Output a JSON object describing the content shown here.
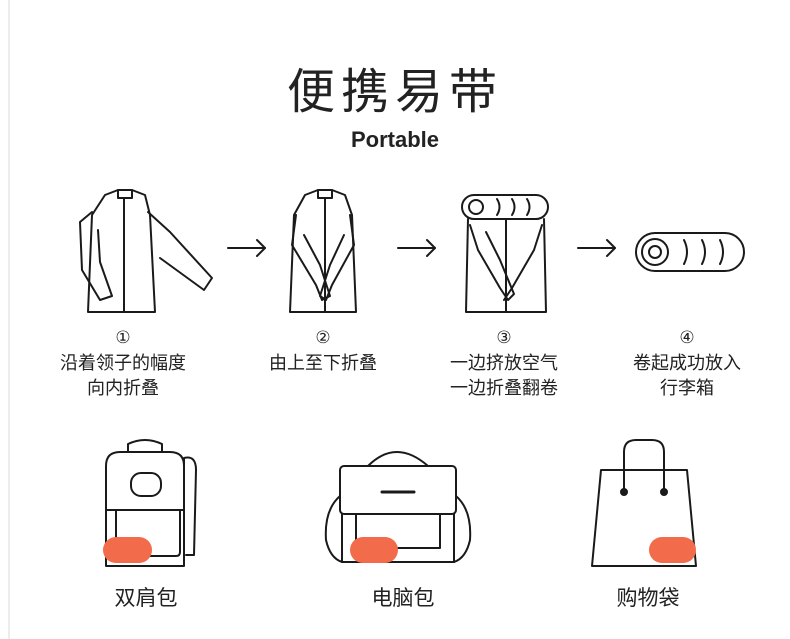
{
  "title": "便携易带",
  "subtitle": "Portable",
  "steps": [
    {
      "num": "①",
      "line1": "沿着领子的幅度",
      "line2": "向内折叠"
    },
    {
      "num": "②",
      "line1": "由上至下折叠",
      "line2": ""
    },
    {
      "num": "③",
      "line1": "一边挤放空气",
      "line2": "一边折叠翻卷"
    },
    {
      "num": "④",
      "line1": "卷起成功放入",
      "line2": "行李箱"
    }
  ],
  "bags": [
    {
      "label": "双肩包",
      "icon": "backpack-icon"
    },
    {
      "label": "电脑包",
      "icon": "laptop-bag-icon"
    },
    {
      "label": "购物袋",
      "icon": "shopping-bag-icon"
    }
  ],
  "colors": {
    "line": "#1a1a1a",
    "accent": "#f26b4a",
    "background": "#ffffff"
  }
}
